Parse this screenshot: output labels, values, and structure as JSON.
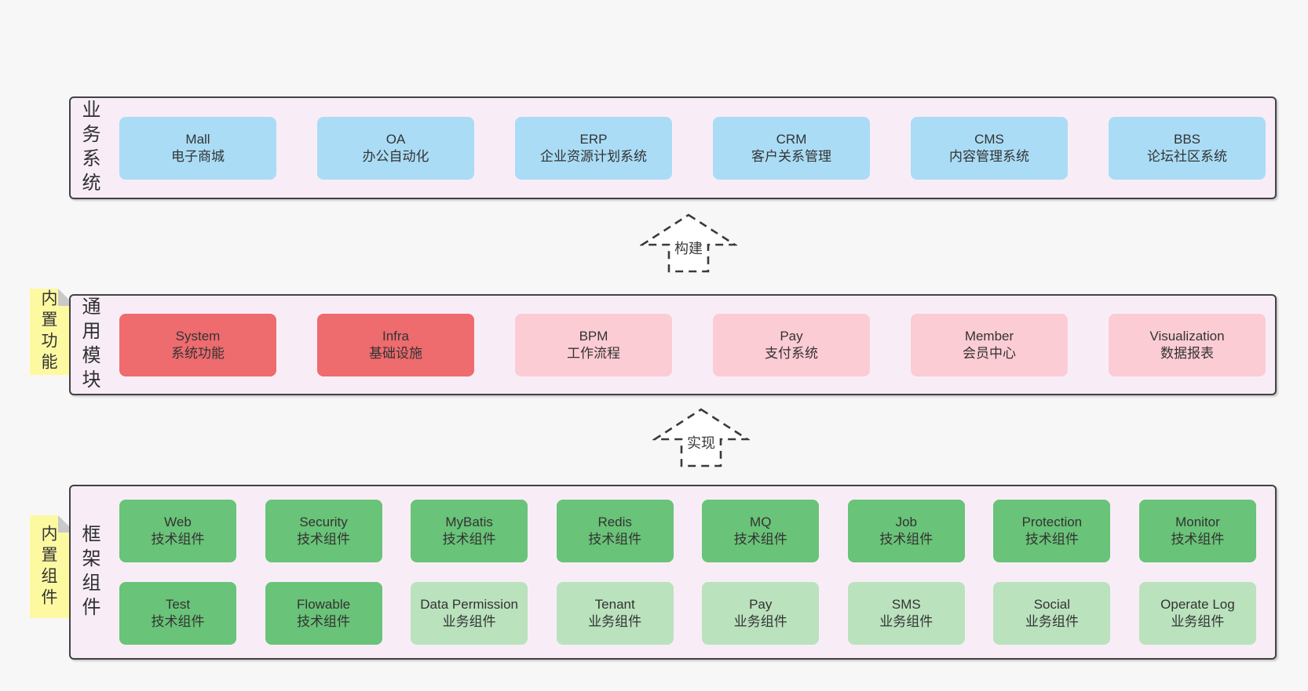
{
  "colors": {
    "page_background": "#f7f7f7",
    "container_fill": "#f8edf7",
    "container_border": "#424242",
    "business_box": "#aadcf6",
    "core_module_box": "#ee6b6e",
    "module_box": "#fcccd4",
    "tech_component_box": "#69c378",
    "biz_component_box": "#bae2bd",
    "sticky_tag": "#fcf9a1",
    "tag_fold": "#c9c9c9",
    "text": "#333333"
  },
  "arrows": [
    {
      "label": "构建"
    },
    {
      "label": "实现"
    }
  ],
  "sections": [
    {
      "label": "业务系统",
      "rows": [
        {
          "items": [
            {
              "name": "Mall",
              "subtitle": "电子商城"
            },
            {
              "name": "OA",
              "subtitle": "办公自动化"
            },
            {
              "name": "ERP",
              "subtitle": "企业资源计划系统"
            },
            {
              "name": "CRM",
              "subtitle": "客户关系管理"
            },
            {
              "name": "CMS",
              "subtitle": "内容管理系统"
            },
            {
              "name": "BBS",
              "subtitle": "论坛社区系统"
            }
          ]
        }
      ]
    },
    {
      "label": "通用模块",
      "tag": "内置功能",
      "rows": [
        {
          "items": [
            {
              "name": "System",
              "subtitle": "系统功能"
            },
            {
              "name": "Infra",
              "subtitle": "基础设施"
            },
            {
              "name": "BPM",
              "subtitle": "工作流程"
            },
            {
              "name": "Pay",
              "subtitle": "支付系统"
            },
            {
              "name": "Member",
              "subtitle": "会员中心"
            },
            {
              "name": "Visualization",
              "subtitle": "数据报表"
            }
          ]
        }
      ]
    },
    {
      "label": "框架组件",
      "tag": "内置组件",
      "rows": [
        {
          "items": [
            {
              "name": "Web",
              "subtitle": "技术组件"
            },
            {
              "name": "Security",
              "subtitle": "技术组件"
            },
            {
              "name": "MyBatis",
              "subtitle": "技术组件"
            },
            {
              "name": "Redis",
              "subtitle": "技术组件"
            },
            {
              "name": "MQ",
              "subtitle": "技术组件"
            },
            {
              "name": "Job",
              "subtitle": "技术组件"
            },
            {
              "name": "Protection",
              "subtitle": "技术组件"
            },
            {
              "name": "Monitor",
              "subtitle": "技术组件"
            }
          ]
        },
        {
          "items": [
            {
              "name": "Test",
              "subtitle": "技术组件"
            },
            {
              "name": "Flowable",
              "subtitle": "技术组件"
            },
            {
              "name": "Data Permission",
              "subtitle": "业务组件"
            },
            {
              "name": "Tenant",
              "subtitle": "业务组件"
            },
            {
              "name": "Pay",
              "subtitle": "业务组件"
            },
            {
              "name": "SMS",
              "subtitle": "业务组件"
            },
            {
              "name": "Social",
              "subtitle": "业务组件"
            },
            {
              "name": "Operate Log",
              "subtitle": "业务组件"
            }
          ]
        }
      ]
    }
  ]
}
